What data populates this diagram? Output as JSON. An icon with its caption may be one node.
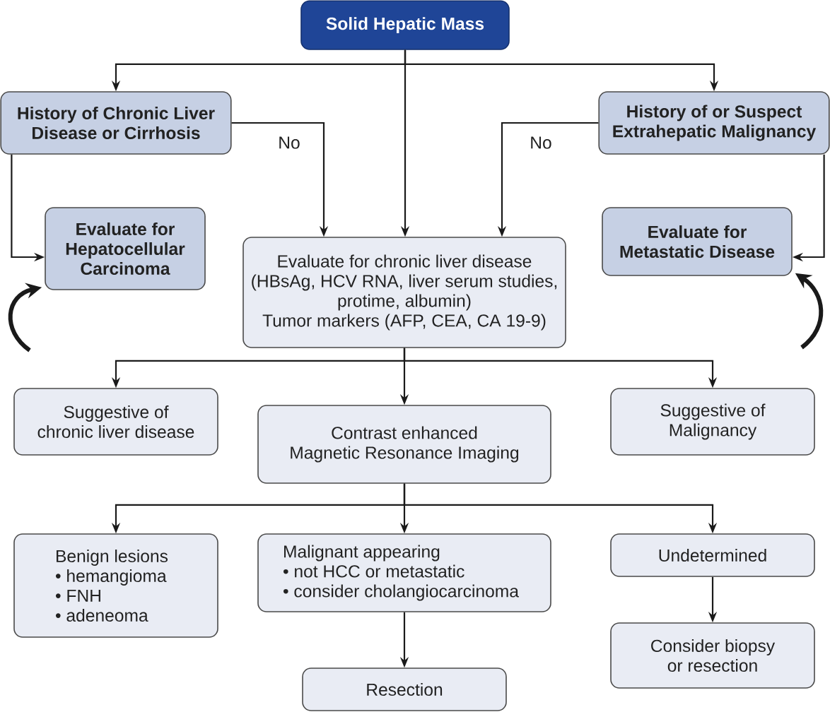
{
  "diagram": {
    "nodes": [
      {
        "text": [
          "Solid Hepatic Mass"
        ]
      },
      {
        "text": [
          "History of Chronic Liver Disease or Cirrhosis"
        ]
      },
      {
        "text": [
          "History of or Suspect Extrahepatic Malignancy"
        ]
      },
      {
        "text": [
          "Evaluate for Hepatocellular Carcinoma"
        ]
      },
      {
        "text": [
          "Evaluate for chronic liver disease (HBsAg, HCV RNA, liver serum studies, protime, albumin)",
          "Tumor markers (AFP, CEA, CA 19-9)"
        ]
      },
      {
        "text": [
          "Evaluate for Metastatic Disease"
        ]
      },
      {
        "text": [
          "Suggestive of chronic liver disease"
        ]
      },
      {
        "text": [
          "Contrast enhanced Magnetic Resonance Imaging"
        ]
      },
      {
        "text": [
          "Suggestive of Malignancy"
        ]
      },
      {
        "text": [
          "Benign lesions",
          "• hemangioma",
          "• FNH",
          "• adeneoma"
        ]
      },
      {
        "text": [
          "Malignant appearing",
          "• not HCC or metastatic",
          "• consider cholangiocarcinoma"
        ]
      },
      {
        "text": [
          "Undetermined"
        ]
      },
      {
        "text": [
          "Resection"
        ]
      },
      {
        "text": [
          "Consider biopsy or resection"
        ]
      }
    ],
    "edges": [
      {
        "from": 0,
        "to": 1,
        "arrow": "to"
      },
      {
        "from": 0,
        "to": 4,
        "arrow": "to"
      },
      {
        "from": 0,
        "to": 2,
        "arrow": "to"
      },
      {
        "from": 1,
        "to": 3,
        "arrow": "to"
      },
      {
        "from": 1,
        "to": 4,
        "arrow": "to",
        "label": "No"
      },
      {
        "from": 2,
        "to": 4,
        "arrow": "to",
        "label": "No"
      },
      {
        "from": 2,
        "to": 5,
        "arrow": "to"
      },
      {
        "from": null,
        "to": 3,
        "arrow": "to",
        "style": "thick"
      },
      {
        "from": null,
        "to": 5,
        "arrow": "to",
        "style": "thick"
      },
      {
        "from": 4,
        "to": 6,
        "arrow": "to"
      },
      {
        "from": 4,
        "to": 7,
        "arrow": "to"
      },
      {
        "from": 4,
        "to": 8,
        "arrow": "to"
      },
      {
        "from": 7,
        "to": 9,
        "arrow": "to"
      },
      {
        "from": 7,
        "to": 10,
        "arrow": "to"
      },
      {
        "from": 7,
        "to": 11,
        "arrow": "to"
      },
      {
        "from": 10,
        "to": 12,
        "arrow": "to"
      },
      {
        "from": 11,
        "to": 13,
        "arrow": "to"
      }
    ]
  }
}
